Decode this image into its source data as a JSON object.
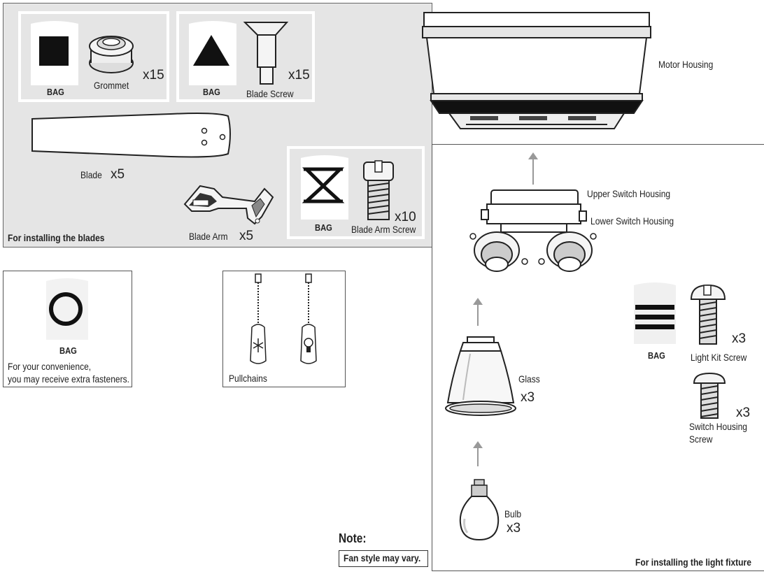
{
  "blades_section": {
    "title": "For installing the blades",
    "bag_label": "BAG",
    "grommet": {
      "label": "Grommet",
      "qty": "x15"
    },
    "blade_screw": {
      "label": "Blade Screw",
      "qty": "x15"
    },
    "blade": {
      "label": "Blade",
      "qty": "x5"
    },
    "blade_arm": {
      "label": "Blade Arm",
      "qty": "x5"
    },
    "blade_arm_screw": {
      "label": "Blade Arm Screw",
      "qty": "x10"
    }
  },
  "motor_housing": {
    "label": "Motor Housing"
  },
  "extras_box": {
    "bag_label": "BAG",
    "text_line1": "For your convenience,",
    "text_line2": "you may receive extra fasteners."
  },
  "pullchains_box": {
    "label": "Pullchains"
  },
  "light_section": {
    "title": "For installing the light fixture",
    "upper_switch_housing": "Upper Switch Housing",
    "lower_switch_housing": "Lower Switch Housing",
    "bag_label": "BAG",
    "light_kit_screw": {
      "label": "Light Kit Screw",
      "qty": "x3"
    },
    "switch_housing_screw": {
      "label_line1": "Switch Housing",
      "label_line2": "Screw",
      "qty": "x3"
    },
    "glass": {
      "label": "Glass",
      "qty": "x3"
    },
    "bulb": {
      "label": "Bulb",
      "qty": "x3"
    }
  },
  "note": {
    "title": "Note:",
    "text": "Fan style may vary."
  }
}
